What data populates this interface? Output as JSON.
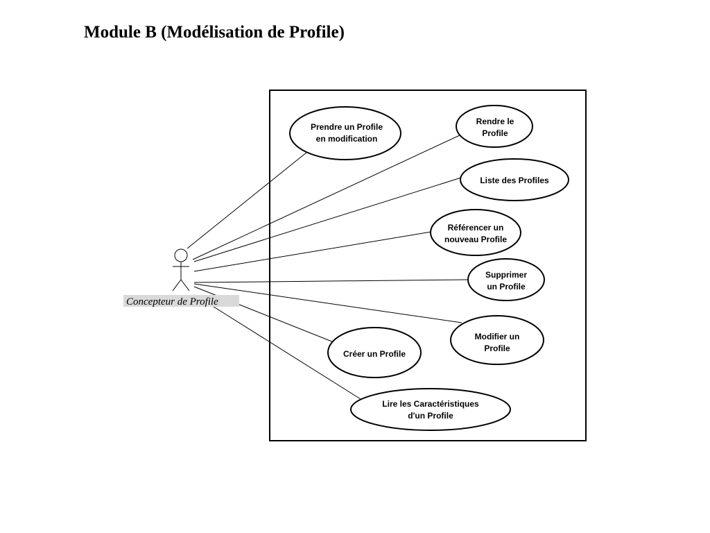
{
  "page": {
    "title": "Module B (Modélisation de Profile)"
  },
  "actor": {
    "label": "Concepteur de Profile"
  },
  "use_cases": [
    {
      "id": "prendre",
      "lines": [
        "Prendre un Profile",
        "en modification"
      ]
    },
    {
      "id": "rendre",
      "lines": [
        "Rendre le",
        "Profile"
      ]
    },
    {
      "id": "liste",
      "lines": [
        "Liste des Profiles"
      ]
    },
    {
      "id": "referencer",
      "lines": [
        "Référencer un",
        "nouveau Profile"
      ]
    },
    {
      "id": "supprimer",
      "lines": [
        "Supprimer",
        "un Profile"
      ]
    },
    {
      "id": "modifier",
      "lines": [
        "Modifier un",
        "Profile"
      ]
    },
    {
      "id": "creer",
      "lines": [
        "Créer un  Profile"
      ]
    },
    {
      "id": "lire",
      "lines": [
        "Lire les Caractéristiques",
        "d'un Profile"
      ]
    }
  ]
}
